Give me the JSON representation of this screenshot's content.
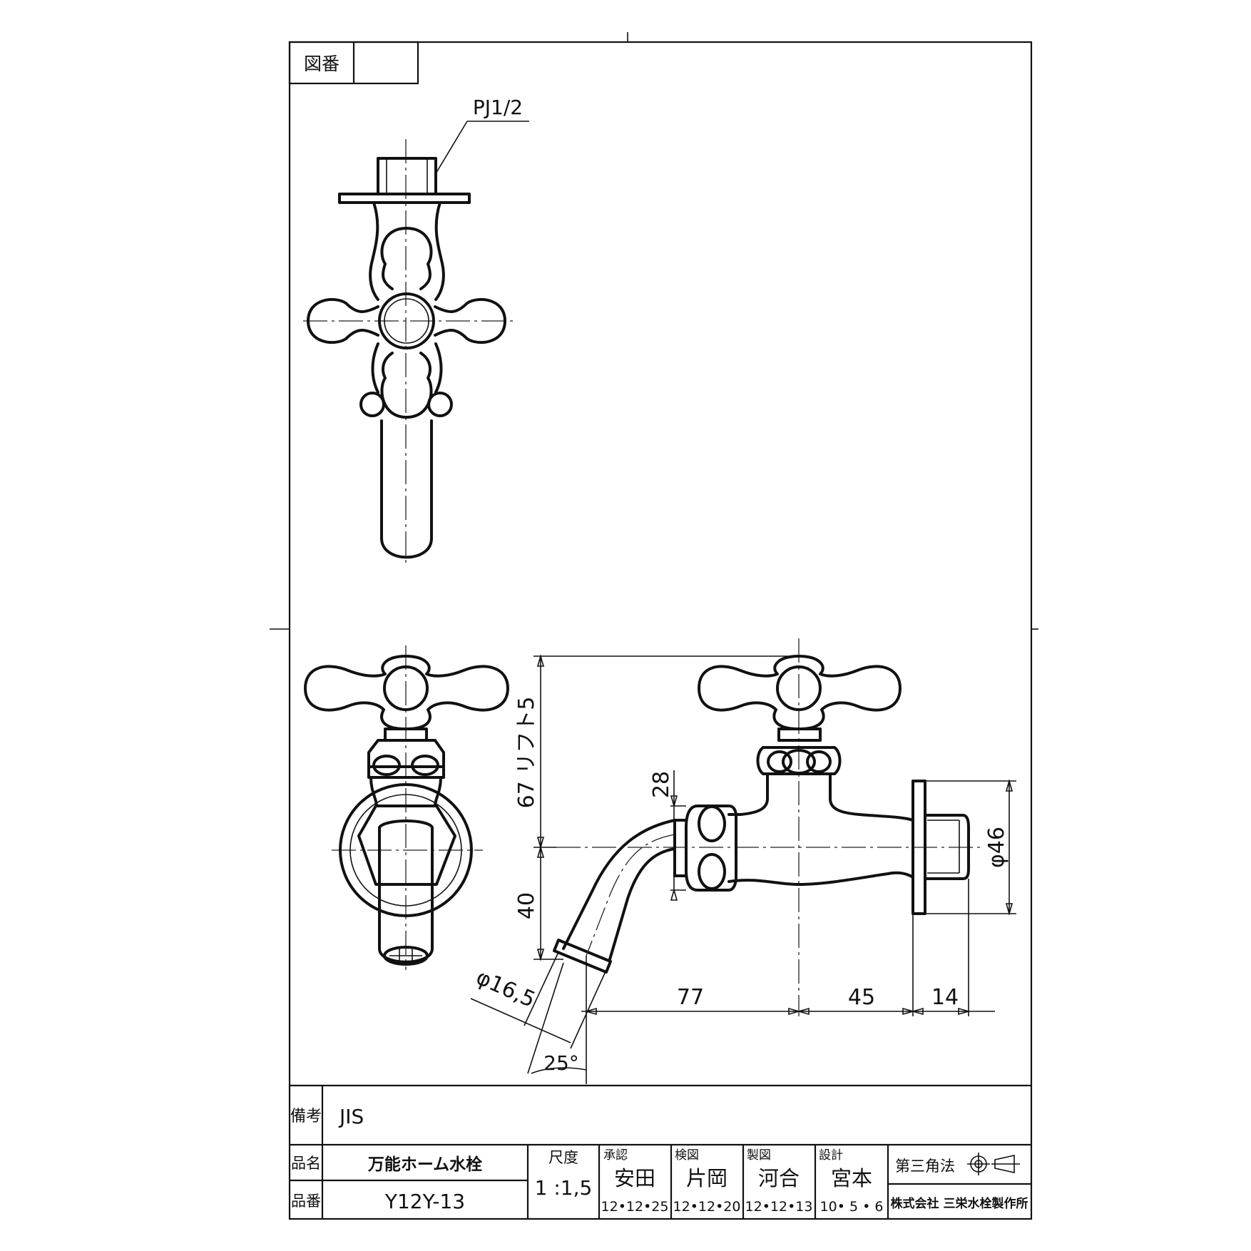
{
  "drawing_number": {
    "label": "図番",
    "value": ""
  },
  "annotations": {
    "thread": "PJ1/2",
    "dim_67": "67 リフト5",
    "dim_28": "28",
    "dim_40": "40",
    "dim_phi46": "φ46",
    "dim_phi165": "φ16,5",
    "dim_77": "77",
    "dim_45": "45",
    "dim_14": "14",
    "angle_25": "25°"
  },
  "notes": {
    "label": "備考",
    "value": "JIS"
  },
  "title_block": {
    "name_label": "品名",
    "name_value": "万能ホーム水栓",
    "number_label": "品番",
    "number_value": "Y12Y-13",
    "scale_label": "尺度",
    "scale_value": "1 :1,5",
    "approval": {
      "label": "承認",
      "name": "安田",
      "date": "12•12•25"
    },
    "inspection": {
      "label": "検図",
      "name": "片岡",
      "date": "12•12•20"
    },
    "drafting": {
      "label": "製図",
      "name": "河合",
      "date": "12•12•13"
    },
    "design": {
      "label": "設計",
      "name": "宮本",
      "date": "10• 5 • 6"
    },
    "projection": "第三角法",
    "company": "株式会社 三栄水栓製作所"
  },
  "colors": {
    "line": "#111111",
    "background": "#ffffff"
  }
}
